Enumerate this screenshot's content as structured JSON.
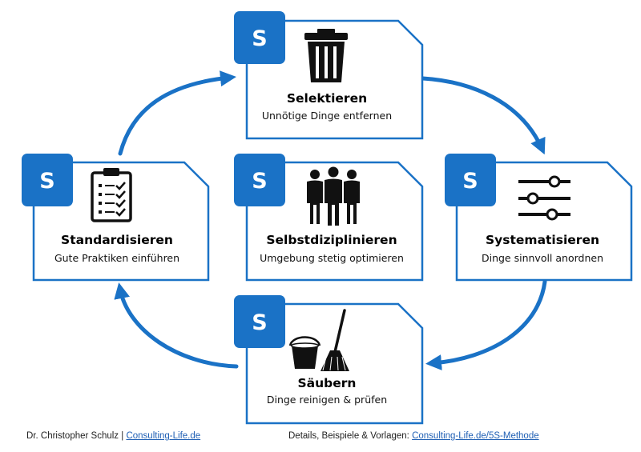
{
  "colors": {
    "primary": "#1a72c6",
    "border": "#1a72c6",
    "icon": "#111111"
  },
  "cards": [
    {
      "id": "top",
      "badge": "S",
      "icon": "trash-icon",
      "title": "Selektieren",
      "subtitle": "Unnötige Dinge entfernen"
    },
    {
      "id": "right",
      "badge": "S",
      "icon": "sliders-icon",
      "title": "Systematisieren",
      "subtitle": "Dinge sinnvoll anordnen"
    },
    {
      "id": "bottom",
      "badge": "S",
      "icon": "bucket-mop-icon",
      "title": "Säubern",
      "subtitle": "Dinge reinigen & prüfen"
    },
    {
      "id": "left",
      "badge": "S",
      "icon": "checklist-icon",
      "title": "Standardisieren",
      "subtitle": "Gute Praktiken einführen"
    },
    {
      "id": "center",
      "badge": "S",
      "icon": "people-icon",
      "title": "Selbstdiziplinieren",
      "subtitle": "Umgebung stetig optimieren"
    }
  ],
  "footer": {
    "author": "Dr. Christopher Schulz",
    "separator": "|",
    "author_link": "Consulting-Life.de",
    "details_label": "Details, Beispiele & Vorlagen:",
    "details_link": "Consulting-Life.de/5S-Methode"
  }
}
